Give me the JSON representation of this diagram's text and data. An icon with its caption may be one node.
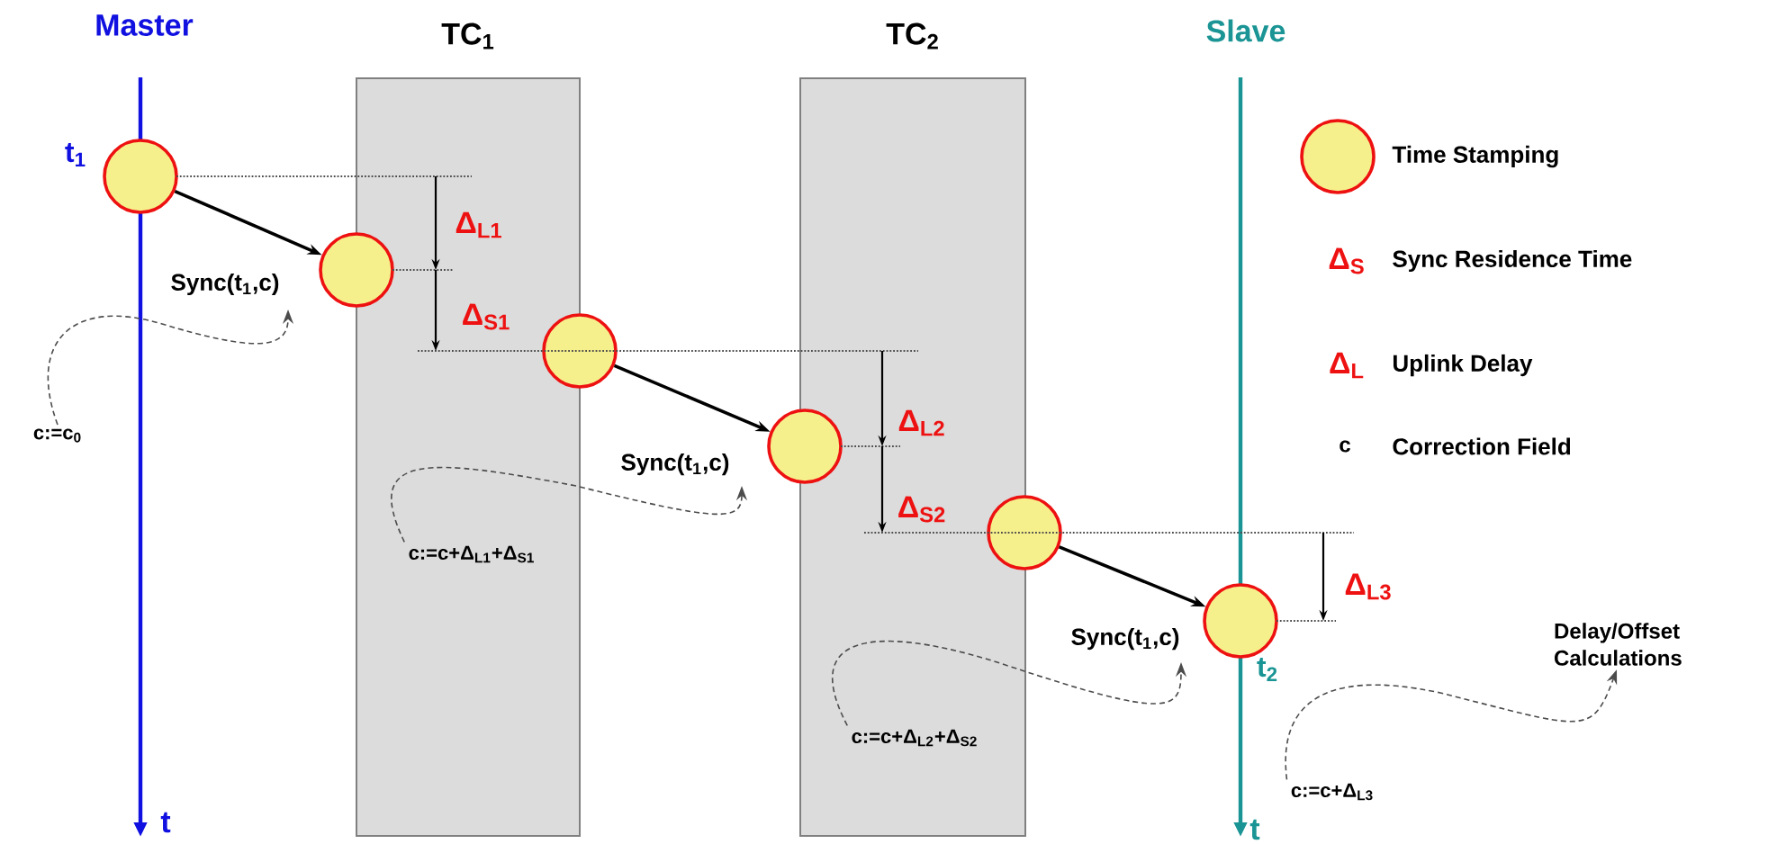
{
  "diagram": {
    "nodes": [
      {
        "text": [
          "TC$_{1}$"
        ]
      },
      {
        "text": [
          "TC$_{2}$"
        ]
      },
      {
        "text": [],
        "shape": "circle",
        "beside": [
          "t$_{1}$"
        ]
      },
      {
        "text": [],
        "shape": "circle"
      },
      {
        "text": [],
        "shape": "circle"
      },
      {
        "text": [],
        "shape": "circle"
      },
      {
        "text": [],
        "shape": "circle"
      },
      {
        "text": [],
        "shape": "circle",
        "beside": [
          "t$_{2}$"
        ]
      },
      {
        "text": [
          "c:=c$_{0}$"
        ]
      },
      {
        "text": [
          "c:=c+Δ$_{L1}$+Δ$_{S1}$"
        ],
        "in": 0
      },
      {
        "text": [
          "c:=c+Δ$_{L2}$+Δ$_{S2}$"
        ],
        "in": 1
      },
      {
        "text": [
          "c:=c+Δ$_{L3}$"
        ]
      },
      {
        "text": [
          "Delay/Offset Calculations"
        ]
      }
    ],
    "edges": [
      {
        "from": 2,
        "to": 3,
        "arrow": "to",
        "label": "Sync(t$_{1}$,c)"
      },
      {
        "from": 4,
        "to": 5,
        "arrow": "to",
        "label": "Sync(t$_{1}$,c)"
      },
      {
        "from": 6,
        "to": 7,
        "arrow": "to",
        "label": "Sync(t$_{1}$,c)"
      },
      {
        "from": 8,
        "to": null,
        "arrow": "to",
        "style": "dashed"
      },
      {
        "from": 9,
        "to": null,
        "arrow": "to",
        "style": "dashed"
      },
      {
        "from": 10,
        "to": null,
        "arrow": "to",
        "style": "dashed"
      },
      {
        "from": 11,
        "to": 12,
        "arrow": "to",
        "style": "dashed"
      }
    ],
    "labels": [
      "Master",
      "Slave",
      "t",
      "t",
      "Δ$_{L1}$",
      "Δ$_{S1}$",
      "Δ$_{L2}$",
      "Δ$_{S2}$",
      "Δ$_{L3}$",
      "Δ$_{S}$",
      "Δ$_{L}$",
      "c"
    ],
    "legend": [
      {
        "text": "Time Stamping"
      },
      {
        "text": "Sync Residence Time"
      },
      {
        "text": "Uplink Delay"
      },
      {
        "text": "Correction Field"
      }
    ]
  }
}
